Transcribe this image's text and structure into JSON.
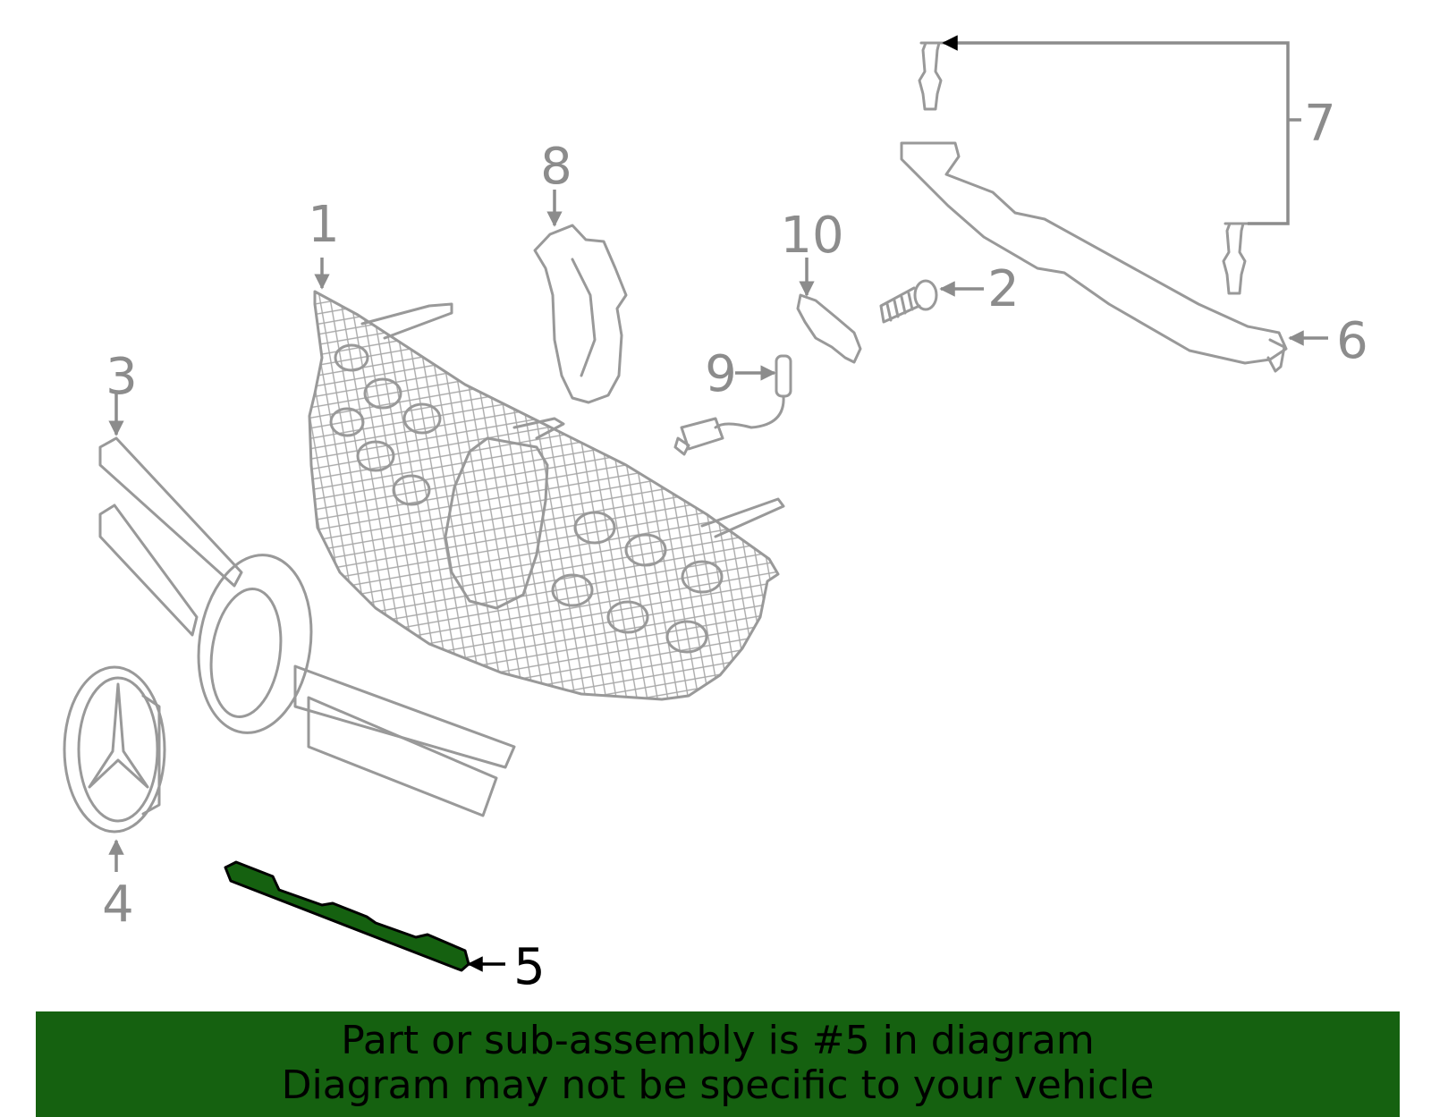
{
  "diagram": {
    "callouts": [
      {
        "id": "1",
        "label": "1"
      },
      {
        "id": "2",
        "label": "2"
      },
      {
        "id": "3",
        "label": "3"
      },
      {
        "id": "4",
        "label": "4"
      },
      {
        "id": "5",
        "label": "5"
      },
      {
        "id": "6",
        "label": "6"
      },
      {
        "id": "7",
        "label": "7"
      },
      {
        "id": "8",
        "label": "8"
      },
      {
        "id": "9",
        "label": "9"
      },
      {
        "id": "10",
        "label": "10"
      }
    ],
    "highlighted_part": "5",
    "colors": {
      "part_outline": "#999999",
      "highlight_fill": "#156110",
      "banner_background": "#156110",
      "callout_text": "#8c8c8c"
    }
  },
  "banner": {
    "line1": "Part or sub-assembly is #5 in diagram",
    "line2": "Diagram may not be specific to your vehicle"
  }
}
